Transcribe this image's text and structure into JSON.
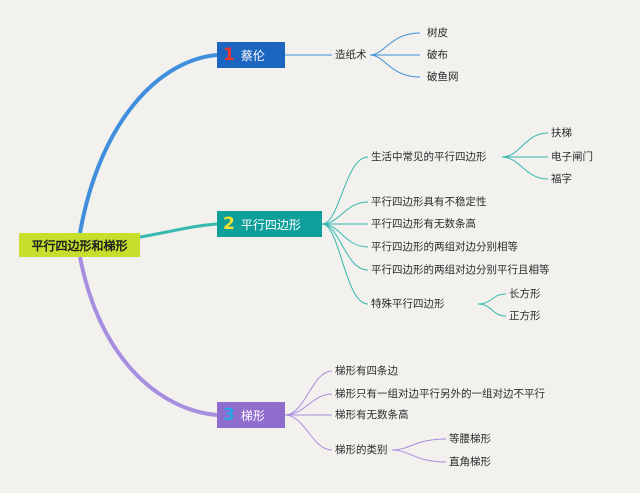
{
  "root": {
    "label": "平行四边形和梯形"
  },
  "branches": [
    {
      "num": "1",
      "label": "蔡伦",
      "children": [
        {
          "label": "造纸术",
          "children": [
            "树皮",
            "破布",
            "破鱼网"
          ]
        }
      ]
    },
    {
      "num": "2",
      "label": "平行四边形",
      "children": [
        {
          "label": "生活中常见的平行四边形",
          "children": [
            "扶梯",
            "电子闸门",
            "福字"
          ]
        },
        {
          "label": "平行四边形具有不稳定性"
        },
        {
          "label": "平行四边形有无数条高"
        },
        {
          "label": "平行四边形的两组对边分别相等"
        },
        {
          "label": "平行四边形的两组对边分别平行且相等"
        },
        {
          "label": "特殊平行四边形",
          "children": [
            "长方形",
            "正方形"
          ]
        }
      ]
    },
    {
      "num": "3",
      "label": "梯形",
      "children": [
        {
          "label": "梯形有四条边"
        },
        {
          "label": "梯形只有一组对边平行另外的一组对边不平行"
        },
        {
          "label": "梯形有无数条高"
        },
        {
          "label": "梯形的类别",
          "children": [
            "等腰梯形",
            "直角梯形"
          ]
        }
      ]
    }
  ],
  "colors": {
    "background": "#f2f1ee",
    "root": "#c5df2c",
    "branch1": "#1b64bf",
    "branch2": "#0f9f9a",
    "branch3": "#8f6dcc",
    "line1": "#3f8fdc",
    "line2": "#37b8b0",
    "line3": "#a88ee0"
  }
}
